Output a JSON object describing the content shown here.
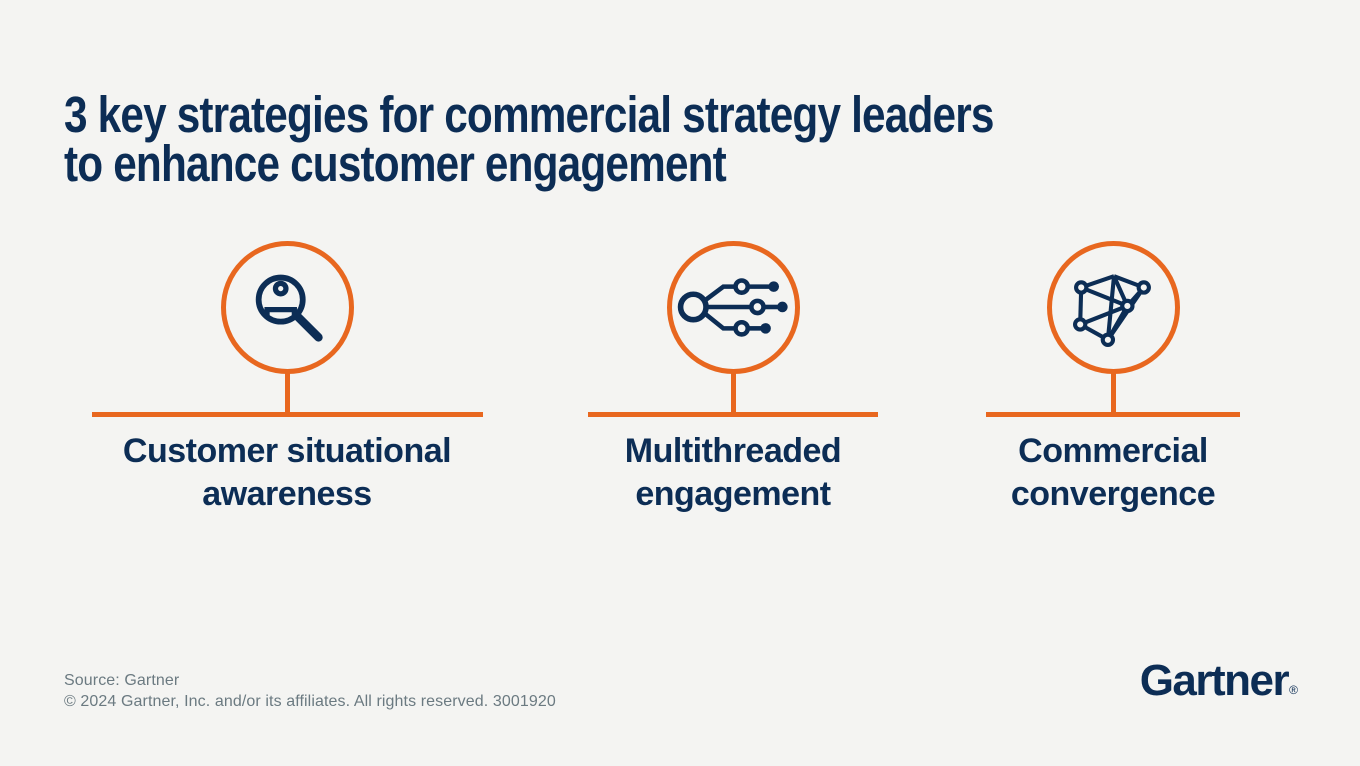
{
  "title": {
    "line1": "3 key strategies for commercial strategy leaders",
    "line2": "to enhance customer engagement"
  },
  "strategies": [
    {
      "icon": "person-search-icon",
      "label_line1": "Customer situational",
      "label_line2": "awareness"
    },
    {
      "icon": "circuit-threads-icon",
      "label_line1": "Multithreaded",
      "label_line2": "engagement"
    },
    {
      "icon": "network-graph-icon",
      "label_line1": "Commercial",
      "label_line2": "convergence"
    }
  ],
  "footer": {
    "source": "Source: Gartner",
    "copyright": "© 2024 Gartner, Inc. and/or its affiliates. All rights reserved. 3001920",
    "logo_text": "Gartner",
    "registered_mark": "®"
  },
  "colors": {
    "background": "#F4F4F2",
    "navy": "#0C2D55",
    "orange": "#E8671F",
    "footer_gray": "#6B7A81"
  }
}
